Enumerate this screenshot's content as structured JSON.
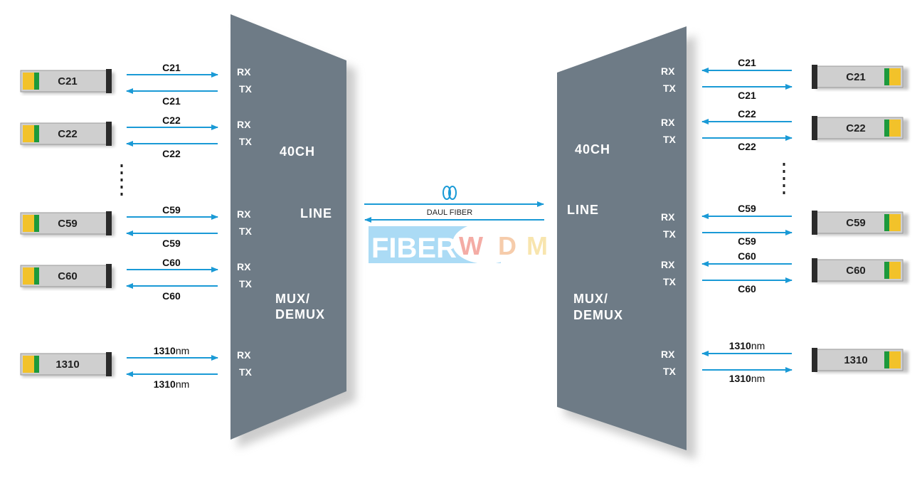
{
  "colors": {
    "panel": "#6e7b86",
    "arrow": "#1a9ad6",
    "module_body": "#cfcfcf",
    "module_gold": "#f2c22a",
    "module_green": "#1d9a3c",
    "logo_bg": "#a3d8f4"
  },
  "left_mux": {
    "label_channels": "40CH",
    "label_line": "LINE",
    "label_mux": "MUX/",
    "label_demux": "DEMUX"
  },
  "right_mux": {
    "label_channels": "40CH",
    "label_line": "LINE",
    "label_mux": "MUX/",
    "label_demux": "DEMUX"
  },
  "ports": {
    "rx": "RX",
    "tx": "TX"
  },
  "left_rows": [
    {
      "module": "C21",
      "top": "C21",
      "bottom": "C21"
    },
    {
      "module": "C22",
      "top": "C22",
      "bottom": "C22"
    },
    {
      "module": "C59",
      "top": "C59",
      "bottom": "C59"
    },
    {
      "module": "C60",
      "top": "C60",
      "bottom": "C60"
    },
    {
      "module": "1310",
      "top": "1310",
      "bottom": "1310",
      "unit": "nm"
    }
  ],
  "right_rows": [
    {
      "module": "C21",
      "top": "C21",
      "bottom": "C21"
    },
    {
      "module": "C22",
      "top": "C22",
      "bottom": "C22"
    },
    {
      "module": "C59",
      "top": "C59",
      "bottom": "C59"
    },
    {
      "module": "C60",
      "top": "C60",
      "bottom": "C60"
    },
    {
      "module": "1310",
      "top": "1310",
      "bottom": "1310",
      "unit": "nm"
    }
  ],
  "link": {
    "label": "DAUL FIBER"
  },
  "logo": {
    "part1": "FIBER",
    "part2": [
      "W",
      "D",
      "M"
    ]
  }
}
